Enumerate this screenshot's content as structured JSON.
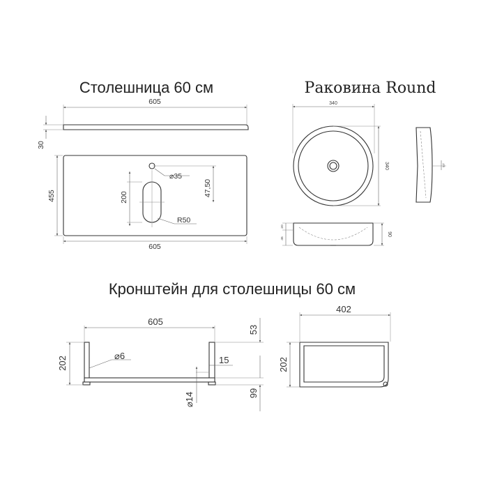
{
  "sections": {
    "countertop": {
      "title": "Столешница 60 см"
    },
    "sink": {
      "title": "Раковина Round"
    },
    "bracket": {
      "title": "Кронштейн для столешницы 60 см"
    }
  },
  "countertop": {
    "top_width": "605",
    "thickness": "30",
    "depth": "455",
    "bottom_width": "605",
    "hole_diameter": "⌀35",
    "slot_length": "200",
    "offset": "47,50",
    "slot_radius": "R50"
  },
  "sink": {
    "diameter": "340",
    "side_diameter": "340",
    "height": "90",
    "side_small_1": "20",
    "side_small_2": "45",
    "profile_small": "57"
  },
  "bracket": {
    "width": "605",
    "height": "202",
    "rod_diameter": "⌀6",
    "tube_diameter": "⌀14",
    "top_offset": "53",
    "gap": "15",
    "bottom_offset": "99",
    "side_width": "402",
    "side_height": "202"
  }
}
